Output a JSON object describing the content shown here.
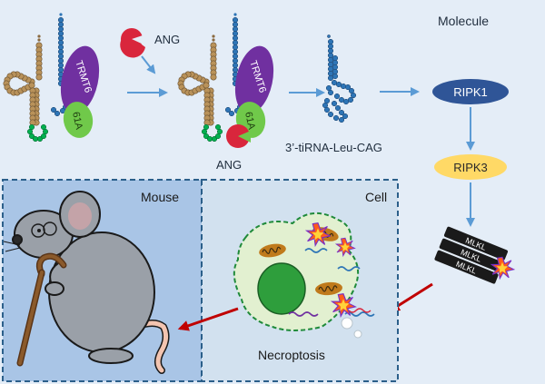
{
  "labels": {
    "molecule": "Molecule",
    "ang_top": "ANG",
    "ang_bottom": "ANG",
    "trmt6_left": "TRMT6",
    "trmt6_right": "TRMT6",
    "trmt61a_left": "61A",
    "trmt61a_right": "61A",
    "tirna": "3’-tiRNA-Leu-CAG",
    "ripk1": "RIPK1",
    "ripk3": "RIPK3",
    "mlkl": "MLKL",
    "mouse": "Mouse",
    "cell": "Cell",
    "necroptosis": "Necroptosis"
  },
  "colors": {
    "background": "#e4edf7",
    "mouse_panel": "#a9c5e6",
    "cell_panel": "#d2e1ef",
    "panel_border": "#2b5f8a",
    "arrow_blue": "#5b9bd5",
    "arrow_red": "#c00000",
    "trmt6": "#7030a0",
    "trmt61a": "#70c94a",
    "ang": "#d9263c",
    "ripk1": "#2f5597",
    "ripk3": "#ffd966",
    "trna_tan": "#b9925a",
    "trna_blue": "#2e75b6",
    "trna_green": "#00b050",
    "cytoplasm": "#e2f0d0",
    "nucleus": "#2e9e3c",
    "mitochondria": "#c07a1c",
    "mouse_fur": "#9aa0a8",
    "mouse_tail": "#f3c4b0",
    "cane": "#8b5a2b",
    "spark": "#ff5b1a"
  }
}
